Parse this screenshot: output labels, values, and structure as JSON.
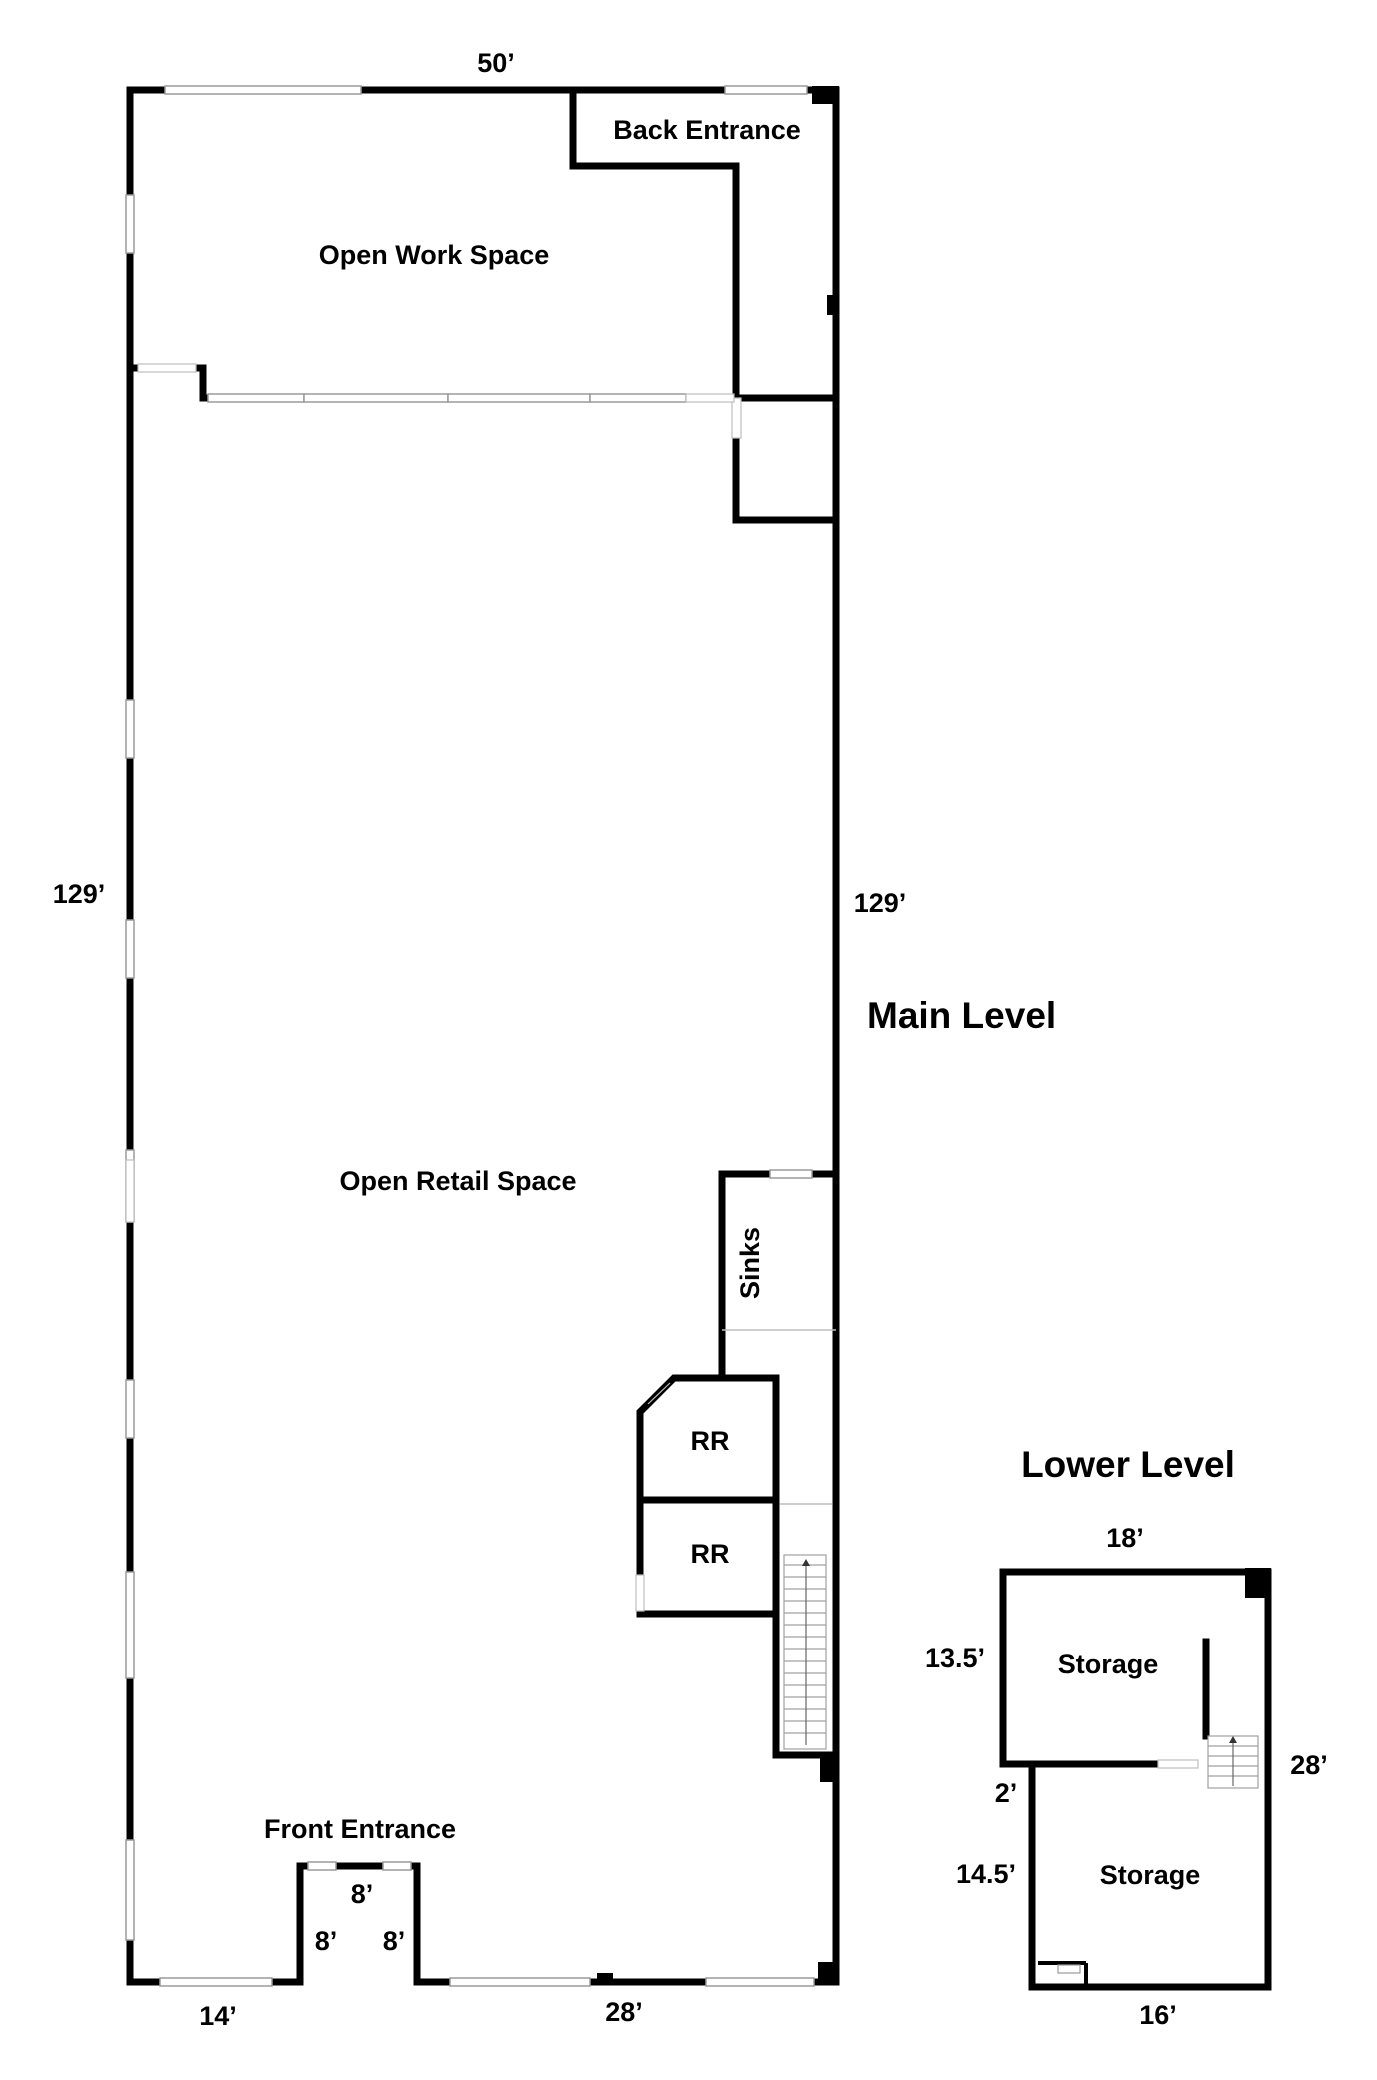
{
  "levels": {
    "main": "Main Level",
    "lower": "Lower Level"
  },
  "rooms": {
    "back_entrance": "Back Entrance",
    "open_work_space": "Open Work Space",
    "open_retail_space": "Open Retail Space",
    "sinks": "Sinks",
    "rr_upper": "RR",
    "rr_lower": "RR",
    "front_entrance": "Front Entrance",
    "storage_upper": "Storage",
    "storage_lower": "Storage"
  },
  "dimensions": {
    "top": "50’",
    "left": "129’",
    "right": "129’",
    "bottom_left": "14’",
    "bottom_right": "28’",
    "vestibule_top": "8’",
    "vestibule_left": "8’",
    "vestibule_right": "8’",
    "lower_top": "18’",
    "lower_upper_left": "13.5’",
    "lower_step": "2’",
    "lower_lower_left": "14.5’",
    "lower_right": "28’",
    "lower_bottom": "16’"
  }
}
